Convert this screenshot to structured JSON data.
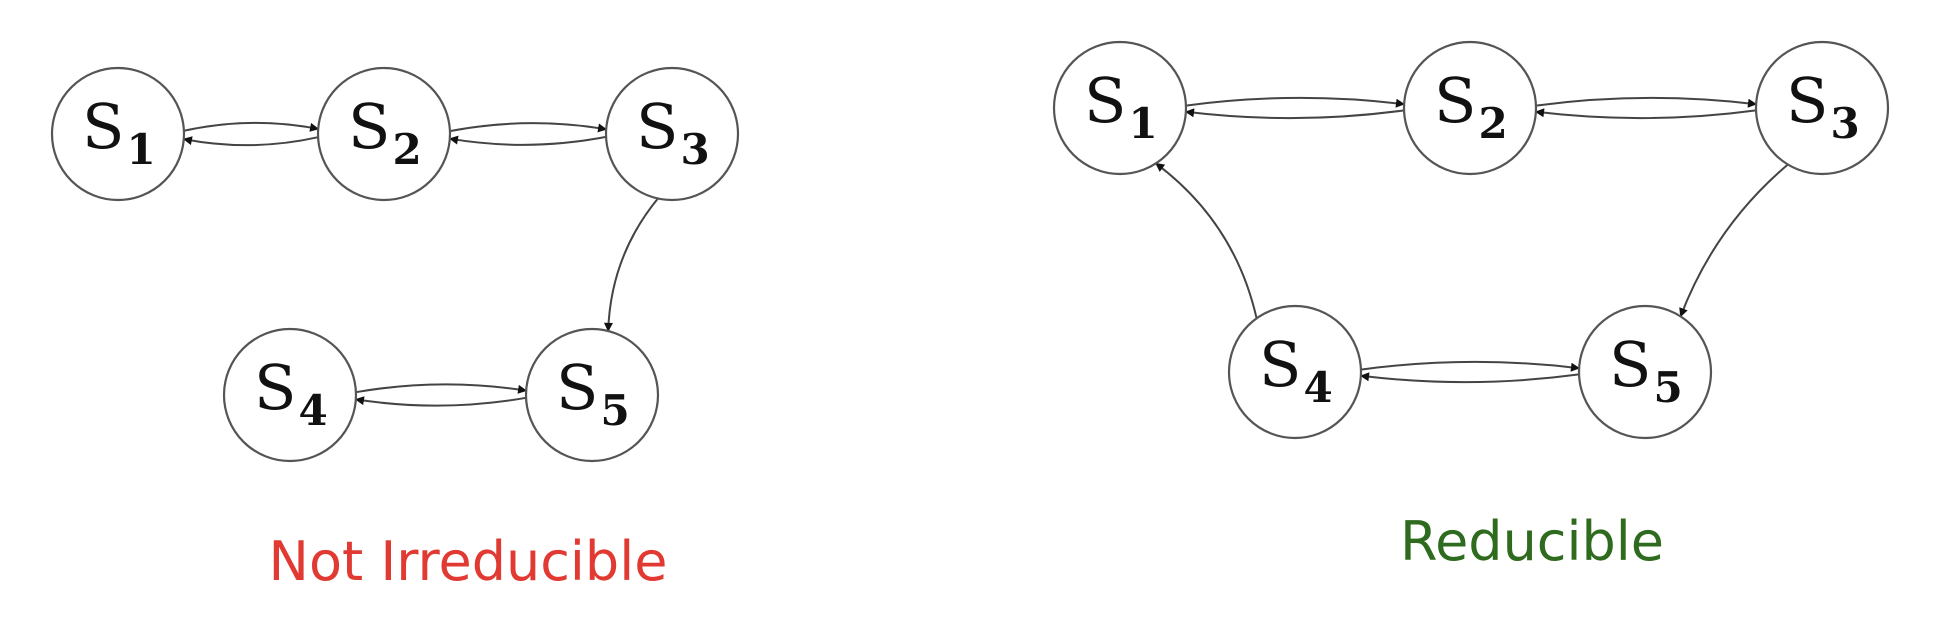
{
  "colors": {
    "not_irreducible": "#e03a33",
    "reducible": "#2f6b1e"
  },
  "diagrams": [
    {
      "id": "left",
      "caption": "Not Irreducible",
      "caption_color": "#e03a33",
      "nodes": [
        {
          "id": "s1",
          "letter": "S",
          "sub": "1"
        },
        {
          "id": "s2",
          "letter": "S",
          "sub": "2"
        },
        {
          "id": "s3",
          "letter": "S",
          "sub": "3"
        },
        {
          "id": "s4",
          "letter": "S",
          "sub": "4"
        },
        {
          "id": "s5",
          "letter": "S",
          "sub": "5"
        }
      ],
      "edges": [
        [
          "s1",
          "s2"
        ],
        [
          "s2",
          "s1"
        ],
        [
          "s2",
          "s3"
        ],
        [
          "s3",
          "s2"
        ],
        [
          "s3",
          "s5"
        ],
        [
          "s4",
          "s5"
        ],
        [
          "s5",
          "s4"
        ]
      ]
    },
    {
      "id": "right",
      "caption": "Reducible",
      "caption_color": "#2f6b1e",
      "nodes": [
        {
          "id": "s1",
          "letter": "S",
          "sub": "1"
        },
        {
          "id": "s2",
          "letter": "S",
          "sub": "2"
        },
        {
          "id": "s3",
          "letter": "S",
          "sub": "3"
        },
        {
          "id": "s4",
          "letter": "S",
          "sub": "4"
        },
        {
          "id": "s5",
          "letter": "S",
          "sub": "5"
        }
      ],
      "edges": [
        [
          "s1",
          "s2"
        ],
        [
          "s2",
          "s1"
        ],
        [
          "s2",
          "s3"
        ],
        [
          "s3",
          "s2"
        ],
        [
          "s3",
          "s5"
        ],
        [
          "s4",
          "s5"
        ],
        [
          "s5",
          "s4"
        ],
        [
          "s4",
          "s1"
        ]
      ]
    }
  ]
}
